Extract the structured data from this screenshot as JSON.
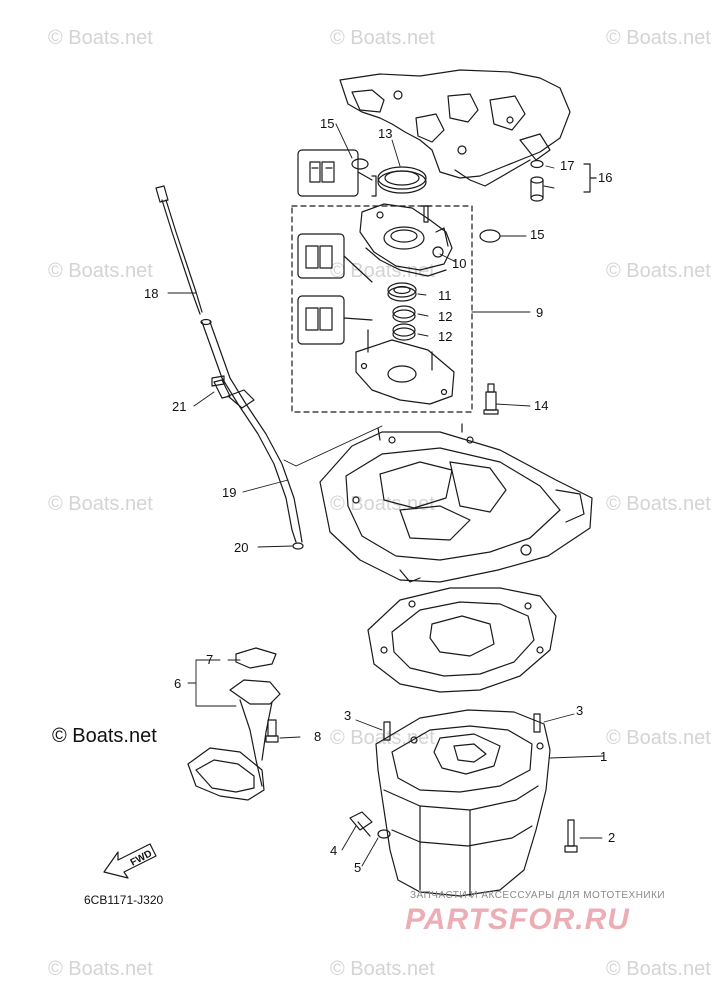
{
  "watermark": "© Boats.net",
  "brand_text": "© Boats.net",
  "diagram_code": "6CB1171-J320",
  "fwd_label": "FWD",
  "shop_caption": "ЗАПЧАСТИ И АКСЕССУАРЫ ДЛЯ МОТОТЕХНИКИ",
  "shop_logo": "PARTSFOR.RU",
  "part_labels": {
    "p1": "1",
    "p2": "2",
    "p3a": "3",
    "p3b": "3",
    "p4": "4",
    "p5": "5",
    "p6": "6",
    "p7": "7",
    "p8": "8",
    "p9": "9",
    "p10": "10",
    "p11": "11",
    "p12a": "12",
    "p12b": "12",
    "p13": "13",
    "p14": "14",
    "p15a": "15",
    "p15b": "15",
    "p16": "16",
    "p17": "17",
    "p18": "18",
    "p19": "19",
    "p20": "20",
    "p21": "21"
  },
  "colors": {
    "line": "#1a1a1a",
    "watermark": "#d4d4d4",
    "shop_logo": "#e89aa2"
  }
}
